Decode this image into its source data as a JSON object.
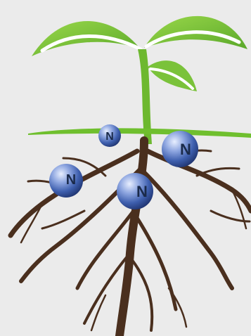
{
  "scene": {
    "subject": "plant-with-roots-nitrogen-illustration",
    "colors": {
      "background": "#ebebeb",
      "leaf_light": "#8fcf3e",
      "leaf_dark": "#5aa82a",
      "ground_line": "#6fbf2e",
      "root_brown": "#4a2f1e",
      "nitrogen_sphere": "#2f4f9a",
      "nitrogen_highlight": "#dbe6ff",
      "nitrogen_text": "#1a2a4a"
    },
    "nitrogen_atoms": [
      {
        "label": "N"
      },
      {
        "label": "N"
      },
      {
        "label": "N"
      },
      {
        "label": "N"
      }
    ]
  }
}
